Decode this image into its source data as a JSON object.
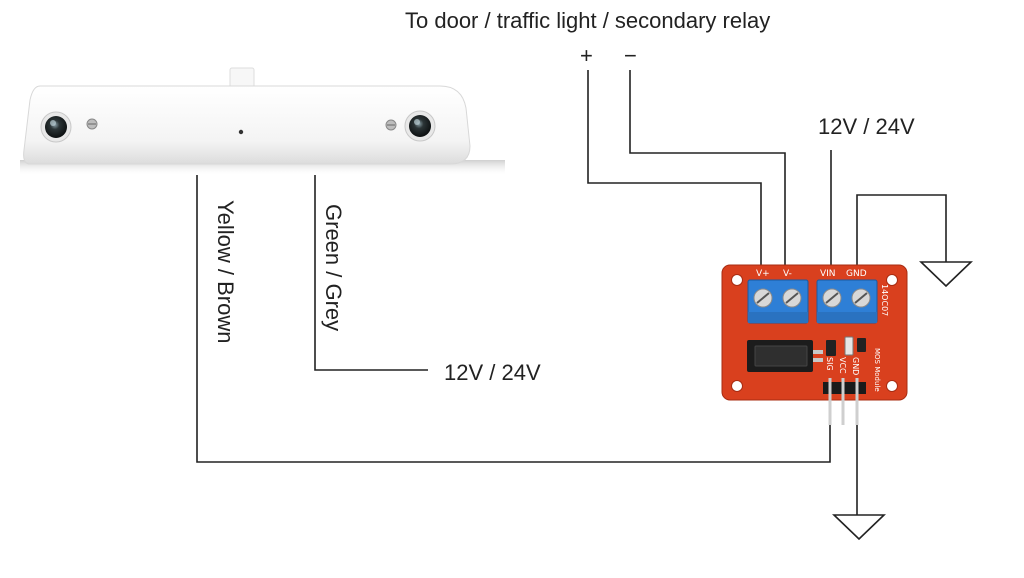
{
  "top_label": "To door / traffic light / secondary relay",
  "plus_sign": "+",
  "minus_sign": "−",
  "supply_right": "12V / 24V",
  "supply_left": "12V / 24V",
  "wire_yellow": "Yellow / Brown",
  "wire_green": "Green / Grey",
  "module": {
    "terminal_vplus": "V+",
    "terminal_vminus": "V-",
    "terminal_vin": "VIN",
    "terminal_gnd": "GND",
    "pin_sig": "SIG",
    "pin_vcc": "VCC",
    "pin_gnd": "GND",
    "model": "14OC07",
    "title": "MOS Module"
  },
  "colors": {
    "board": "#d9401e",
    "terminal": "#2e7fd6",
    "wire": "#222222"
  }
}
